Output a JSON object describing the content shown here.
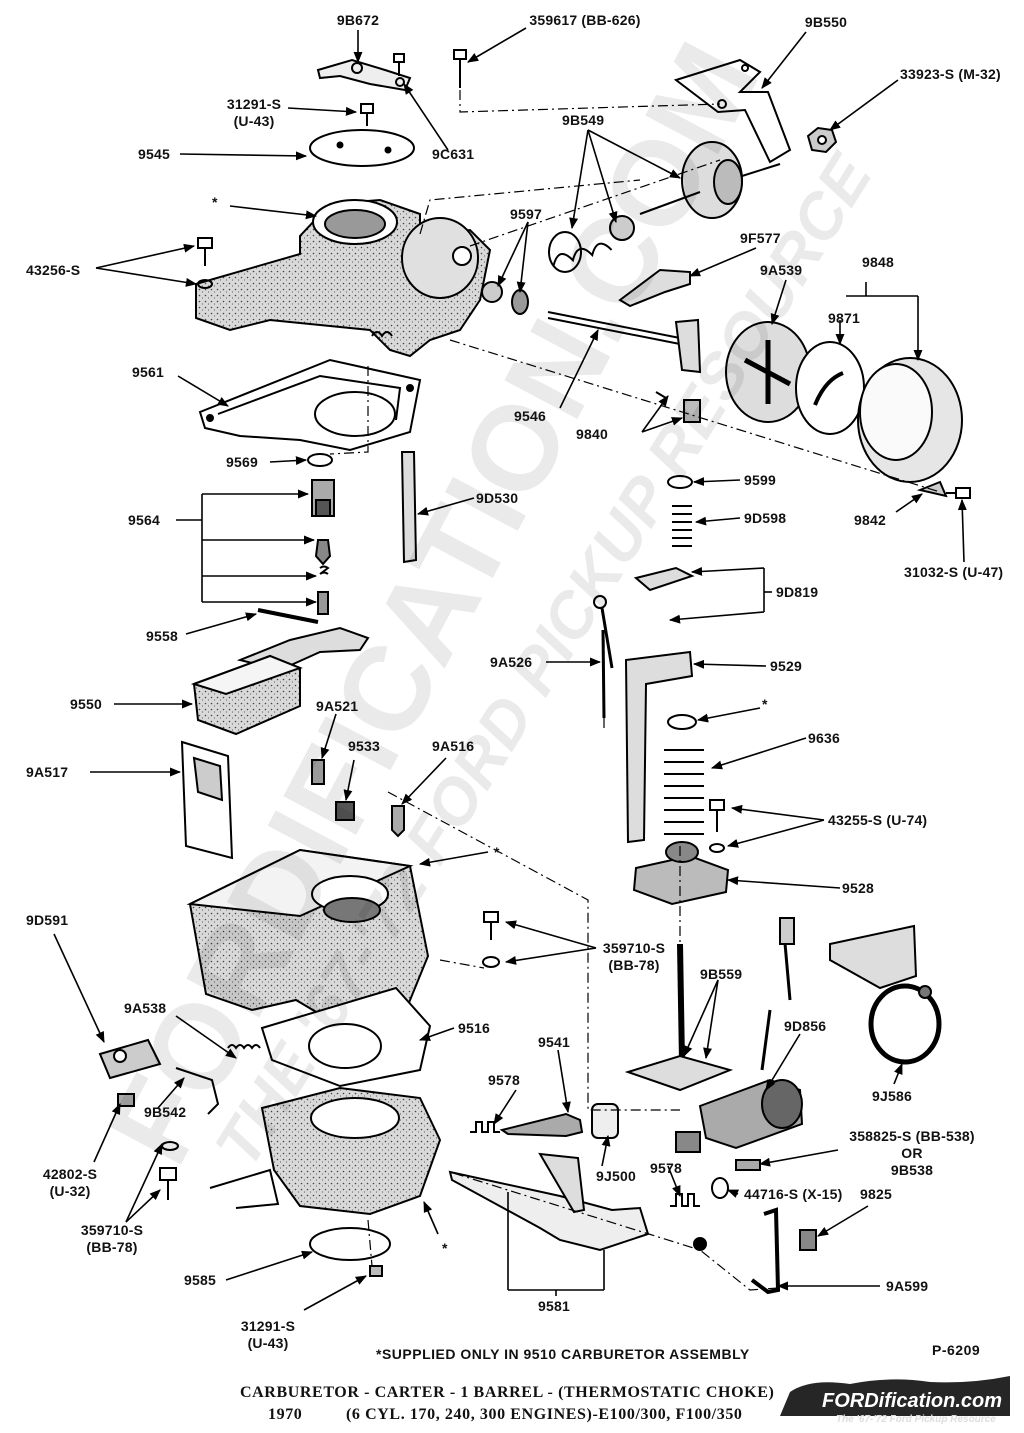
{
  "labels": {
    "p9B672": "9B672",
    "p359617": "359617 (BB-626)",
    "p9B550": "9B550",
    "p33923": "33923-S (M-32)",
    "p31291_top": "31291-S",
    "p31291_top_b": "(U-43)",
    "p9545": "9545",
    "p9C631": "9C631",
    "p9B549": "9B549",
    "star_top": "*",
    "p43256": "43256-S",
    "p9597": "9597",
    "p9F577": "9F577",
    "p9A539": "9A539",
    "p9848": "9848",
    "p9871": "9871",
    "p9561": "9561",
    "p9546": "9546",
    "p9840": "9840",
    "p9569": "9569",
    "p9599": "9599",
    "p9564": "9564",
    "p9D530": "9D530",
    "p9D598": "9D598",
    "p9842": "9842",
    "p31032": "31032-S (U-47)",
    "p9D819": "9D819",
    "p9558": "9558",
    "p9A526": "9A526",
    "p9529": "9529",
    "p9550": "9550",
    "p9A521": "9A521",
    "star_mid": "*",
    "p9533": "9533",
    "p9A516": "9A516",
    "p9636": "9636",
    "p9A517": "9A517",
    "p43255": "43255-S (U-74)",
    "star_body": "*",
    "p9528": "9528",
    "p9D591": "9D591",
    "p359710_a": "359710-S",
    "p359710_a_b": "(BB-78)",
    "p9B559": "9B559",
    "p9A538": "9A538",
    "p9516": "9516",
    "p9D856": "9D856",
    "p9J586": "9J586",
    "p9541": "9541",
    "p9578_a": "9578",
    "p9B542": "9B542",
    "p358825": "358825-S (BB-538)",
    "p358825_or": "OR",
    "p9B538": "9B538",
    "p42802": "42802-S",
    "p42802_b": "(U-32)",
    "p9J500": "9J500",
    "p9578_b": "9578",
    "p44716": "44716-S (X-15)",
    "p9825": "9825",
    "p359710_b": "359710-S",
    "p359710_b_b": "(BB-78)",
    "star_base": "*",
    "p9585": "9585",
    "p9581": "9581",
    "p9A599": "9A599",
    "p31291_bot": "31291-S",
    "p31291_bot_b": "(U-43)"
  },
  "footnote": "*SUPPLIED ONLY IN 9510 CARBURETOR ASSEMBLY",
  "plate_number": "P-6209",
  "caption": {
    "line1": "CARBURETOR - CARTER - 1 BARREL - (THERMOSTATIC CHOKE)",
    "year": "1970",
    "line2": "(6 CYL. 170, 240, 300 ENGINES)-E100/300, F100/350"
  },
  "watermark": {
    "main": "FORDIFICATION.COM",
    "sub": "THE '67-'72 FORD PICKUP RESOURCE",
    "brand": "FORDification.com",
    "brand_sub": "The '67-'72 Ford Pickup Resource"
  }
}
